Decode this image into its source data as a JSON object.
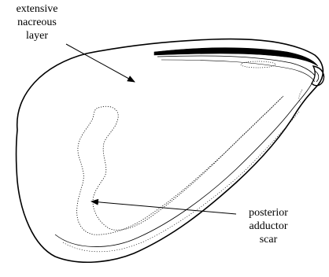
{
  "labels": {
    "nacreous_layer": [
      "extensive",
      "nacreous",
      "layer"
    ],
    "adductor_scar": [
      "posterior",
      "adductor",
      "scar"
    ]
  },
  "colors": {
    "ink": "#000000",
    "background": "#ffffff"
  }
}
